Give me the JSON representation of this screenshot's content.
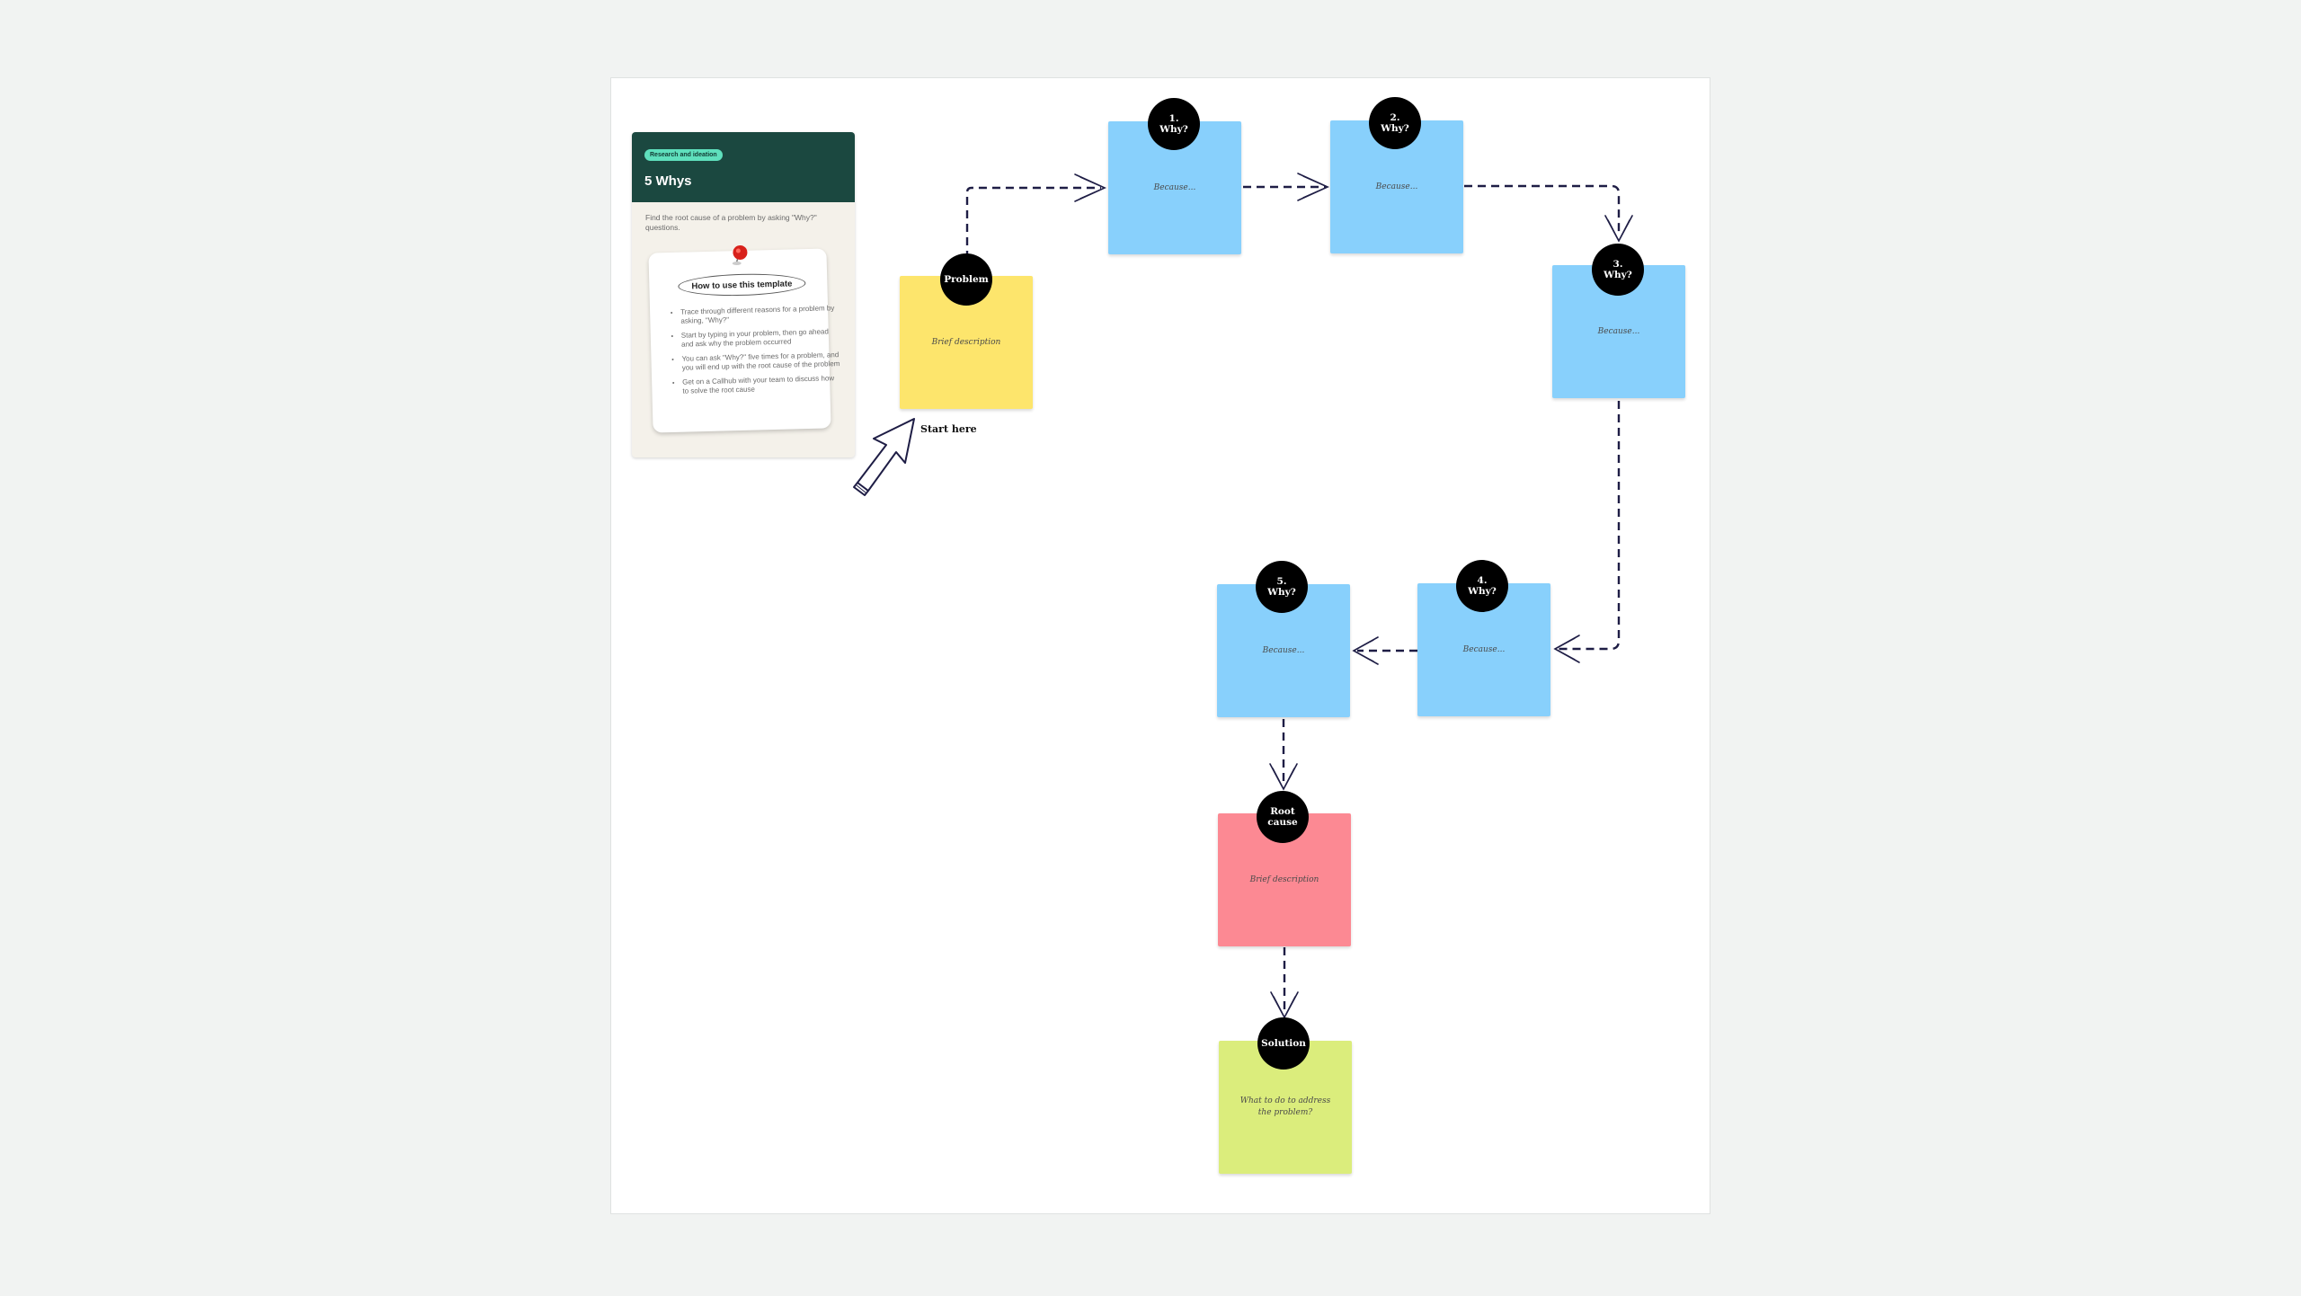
{
  "template": {
    "tag": "Research and ideation",
    "title": "5 Whys",
    "description": "Find the root cause of a problem by asking \"Why?\" questions.",
    "howto_title": "How to use this template",
    "howto_items": [
      "Trace through different reasons for a problem by asking, \"Why?\"",
      "Start by typing in your problem, then go ahead and ask why the problem occurred",
      "You can ask \"Why?\" five times for a problem, and you will end up with the root cause of the problem",
      "Get on a Callhub with your team to discuss how to solve the root cause"
    ]
  },
  "start_label": "Start here",
  "steps": {
    "problem": {
      "badge": "Problem",
      "text": "Brief description",
      "color": "#fde56c"
    },
    "why1": {
      "badge": "1.\nWhy?",
      "text": "Because...",
      "color": "#88d0fc"
    },
    "why2": {
      "badge": "2.\nWhy?",
      "text": "Because...",
      "color": "#88d0fc"
    },
    "why3": {
      "badge": "3.\nWhy?",
      "text": "Because...",
      "color": "#88d0fc"
    },
    "why4": {
      "badge": "4.\nWhy?",
      "text": "Because...",
      "color": "#88d0fc"
    },
    "why5": {
      "badge": "5.\nWhy?",
      "text": "Because...",
      "color": "#88d0fc"
    },
    "root": {
      "badge": "Root\ncause",
      "text": "Brief description",
      "color": "#fc8993"
    },
    "solution": {
      "badge": "Solution",
      "text": "What to do to address the problem?",
      "color": "#dbed7c"
    }
  },
  "colors": {
    "header": "#1b4840",
    "tag": "#5fe0bd",
    "connector": "#1e1d45"
  }
}
